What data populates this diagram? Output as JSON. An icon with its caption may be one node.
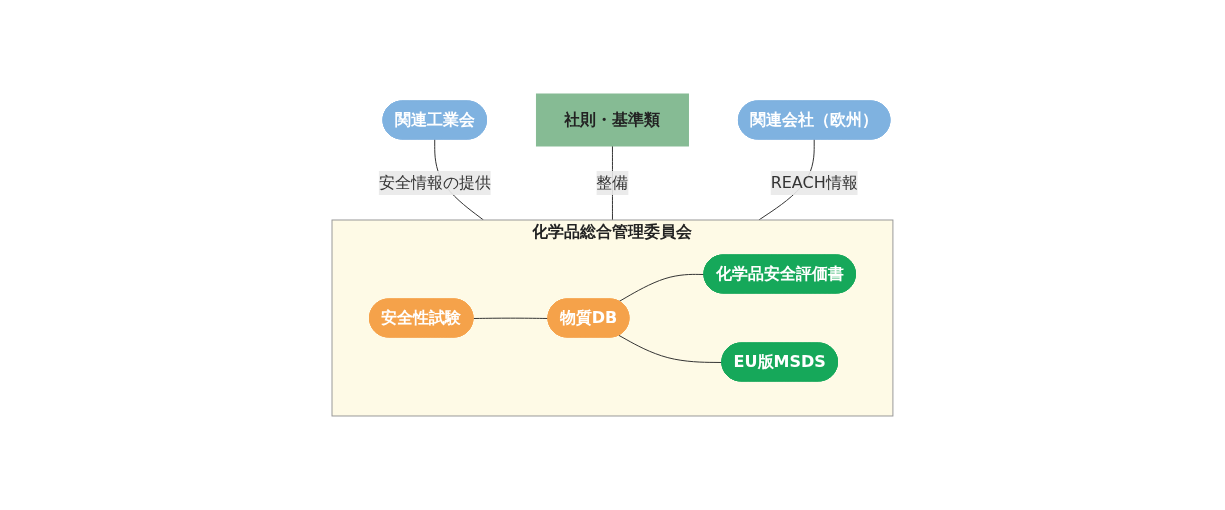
{
  "diagram": {
    "nodes": [
      {
        "text": [
          "関連工業会"
        ]
      },
      {
        "text": [
          "社則・基準類"
        ]
      },
      {
        "text": [
          "関連会社（欧州）"
        ]
      },
      {
        "text": [
          "化学品総合管理委員会"
        ]
      },
      {
        "text": [
          "安全性試験"
        ],
        "in": 3
      },
      {
        "text": [
          "物質DB"
        ],
        "in": 3
      },
      {
        "text": [
          "化学品安全評価書"
        ],
        "in": 3
      },
      {
        "text": [
          "EU版MSDS"
        ],
        "in": 3
      }
    ],
    "edges": [
      {
        "from": 0,
        "to": 3,
        "arrow": "none",
        "label": "安全情報の提供"
      },
      {
        "from": 1,
        "to": 3,
        "arrow": "none",
        "label": "整備"
      },
      {
        "from": 2,
        "to": 3,
        "arrow": "none",
        "label": "REACH情報"
      },
      {
        "from": 4,
        "to": 5,
        "arrow": "none"
      },
      {
        "from": 5,
        "to": 6,
        "arrow": "none"
      },
      {
        "from": 5,
        "to": 7,
        "arrow": "none"
      }
    ]
  }
}
